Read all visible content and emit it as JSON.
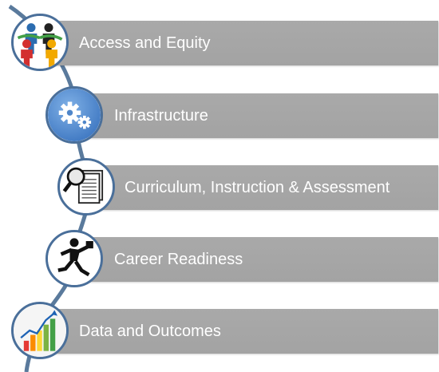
{
  "items": [
    {
      "label": "Access and Equity",
      "icon": "people-circle-icon"
    },
    {
      "label": "Infrastructure",
      "icon": "gears-icon"
    },
    {
      "label": "Curriculum, Instruction & Assessment",
      "icon": "magnifier-documents-icon"
    },
    {
      "label": "Career Readiness",
      "icon": "running-businessman-icon"
    },
    {
      "label": "Data and Outcomes",
      "icon": "growth-bar-chart-icon"
    }
  ],
  "colors": {
    "bar": "#a6a6a6",
    "bar_text": "#ffffff",
    "connector": "#4a6f9a",
    "circle_border": "#4a6f9a"
  }
}
